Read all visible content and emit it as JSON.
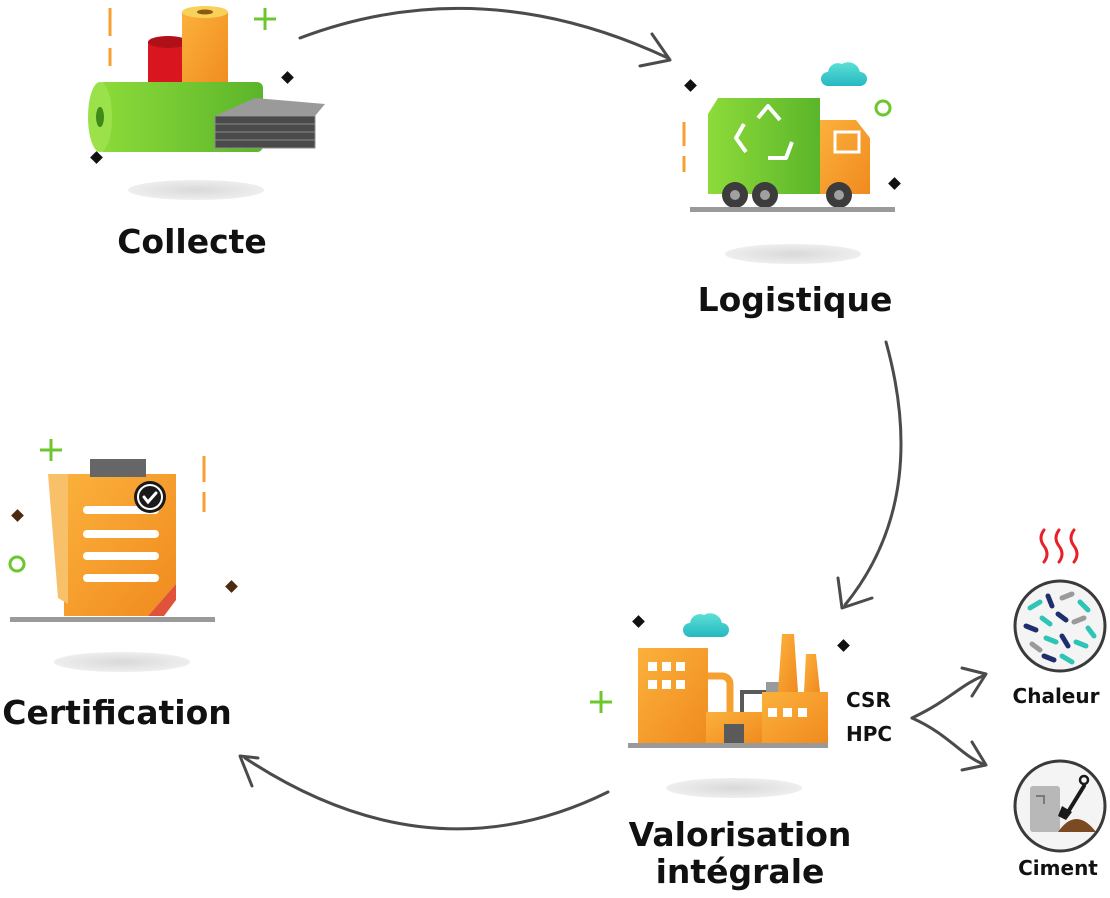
{
  "steps": {
    "collecte": {
      "label": "Collecte"
    },
    "logistique": {
      "label": "Logistique"
    },
    "valorisation": {
      "line1": "Valorisation",
      "line2": "intégrale"
    },
    "certification": {
      "label": "Certification"
    }
  },
  "fuel_types": {
    "csr": "CSR",
    "hpc": "HPC"
  },
  "outputs": {
    "chaleur": {
      "label": "Chaleur"
    },
    "ciment": {
      "label": "Ciment"
    }
  },
  "colors": {
    "orange": "#F7A032",
    "green": "#6CC72E",
    "arrow": "#4B4B4B",
    "teal": "#2EC4B6",
    "navy": "#1E2E6E",
    "red": "#E8202A"
  }
}
